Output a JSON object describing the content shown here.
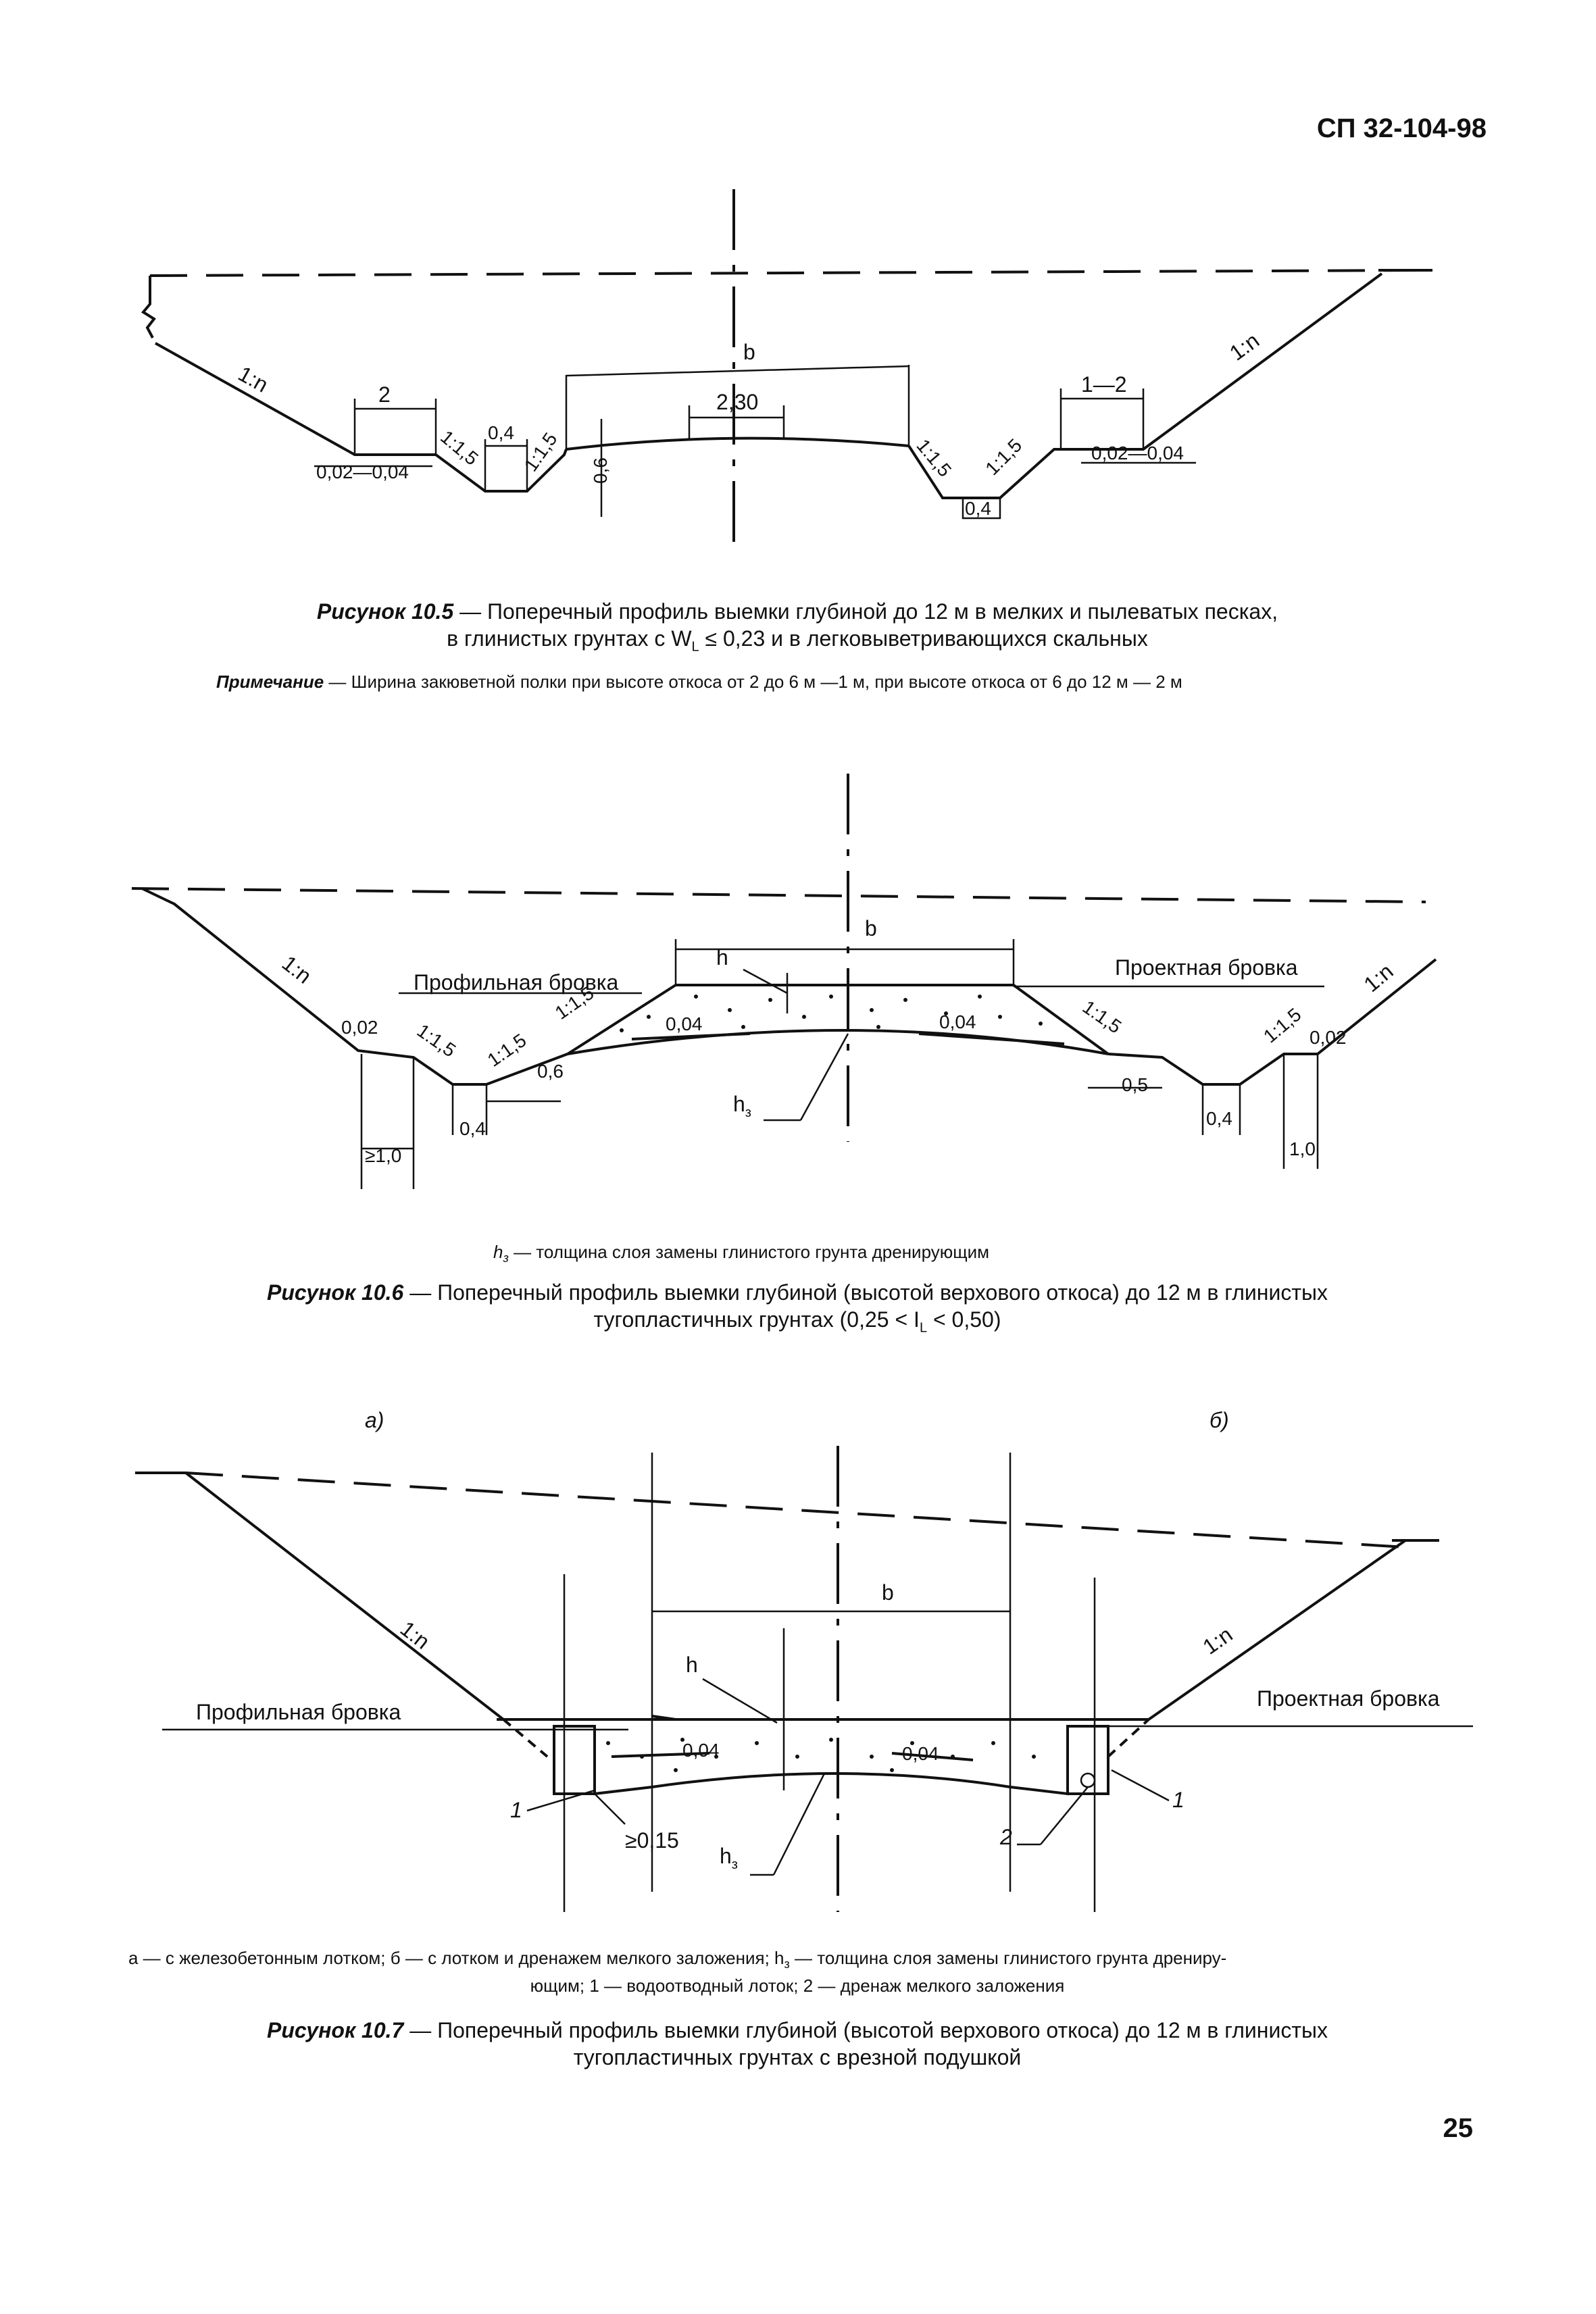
{
  "header": {
    "code": "СП 32-104-98"
  },
  "page_number": "25",
  "figure_10_5": {
    "labels": {
      "slope_left": "1:n",
      "slope_right": "1:n",
      "b": "b",
      "berm_left": "2",
      "berm_right": "1—2",
      "ditch_width_top": "0,4",
      "ditch_width_bottom": "0,4",
      "camber": "2,30",
      "slope_1_1_5": "1:1,5",
      "fall_left": "0,02—0,04",
      "fall_right": "0,02—0,04",
      "depth": "0,6"
    },
    "caption_label": "Рисунок 10.5",
    "caption_line1": " — Поперечный профиль выемки глубиной до 12 м в мелких и пылеватых песках,",
    "caption_line2": "в глинистых грунтах с W",
    "caption_sub": "L",
    "caption_line2b": " ≤ 0,23 и в легковыветривающихся скальных",
    "note_label": "Примечание",
    "note_text": " — Ширина закюветной полки при высоте откоса от 2 до 6 м —1 м, при высоте откоса от 6 до 12 м — 2 м"
  },
  "figure_10_6": {
    "labels": {
      "slope_n": "1:n",
      "profile_edge": "Профильная бровка",
      "design_edge": "Проектная бровка",
      "b": "b",
      "h": "h",
      "hz": "h",
      "hz_sub": "з",
      "fall": "0,02",
      "fall_right": "0,02",
      "slope_1_1_5": "1:1,5",
      "grade": "0,04",
      "depth_06": "0,6",
      "depth_05": "0,5",
      "bottom_04": "0,4",
      "min_10": "≥1,0",
      "dim_10": "1,0"
    },
    "legend": " — толщина слоя замены глинистого грунта дренирующим",
    "caption_label": "Рисунок 10.6",
    "caption_line1": " — Поперечный профиль выемки глубиной (высотой верхового откоса) до 12 м в глинистых",
    "caption_line2": "тугопластичных грунтах (0,25 < I",
    "caption_sub": "L",
    "caption_line2b": " < 0,50)"
  },
  "figure_10_7": {
    "labels": {
      "part_a": "а)",
      "part_b": "б)",
      "slope_n": "1:n",
      "b": "b",
      "h": "h",
      "hz": "h",
      "hz_sub": "з",
      "profile_edge": "Профильная бровка",
      "design_edge": "Проектная бровка",
      "grade": "0,04",
      "min_015": "≥0,15",
      "item_1": "1",
      "item_2": "2"
    },
    "legend_line1": "а — с железобетонным лотком; б — с лотком и дренажем мелкого заложения; h",
    "legend_sub": "з",
    "legend_line1b": " — толщина слоя замены глинистого грунта дрениру-",
    "legend_line2": "ющим; 1 — водоотводный лоток; 2 — дренаж мелкого заложения",
    "caption_label": "Рисунок 10.7",
    "caption_line1": " — Поперечный профиль выемки глубиной (высотой верхового откоса) до 12 м в глинистых",
    "caption_line2": "тугопластичных грунтах с врезной подушкой"
  }
}
